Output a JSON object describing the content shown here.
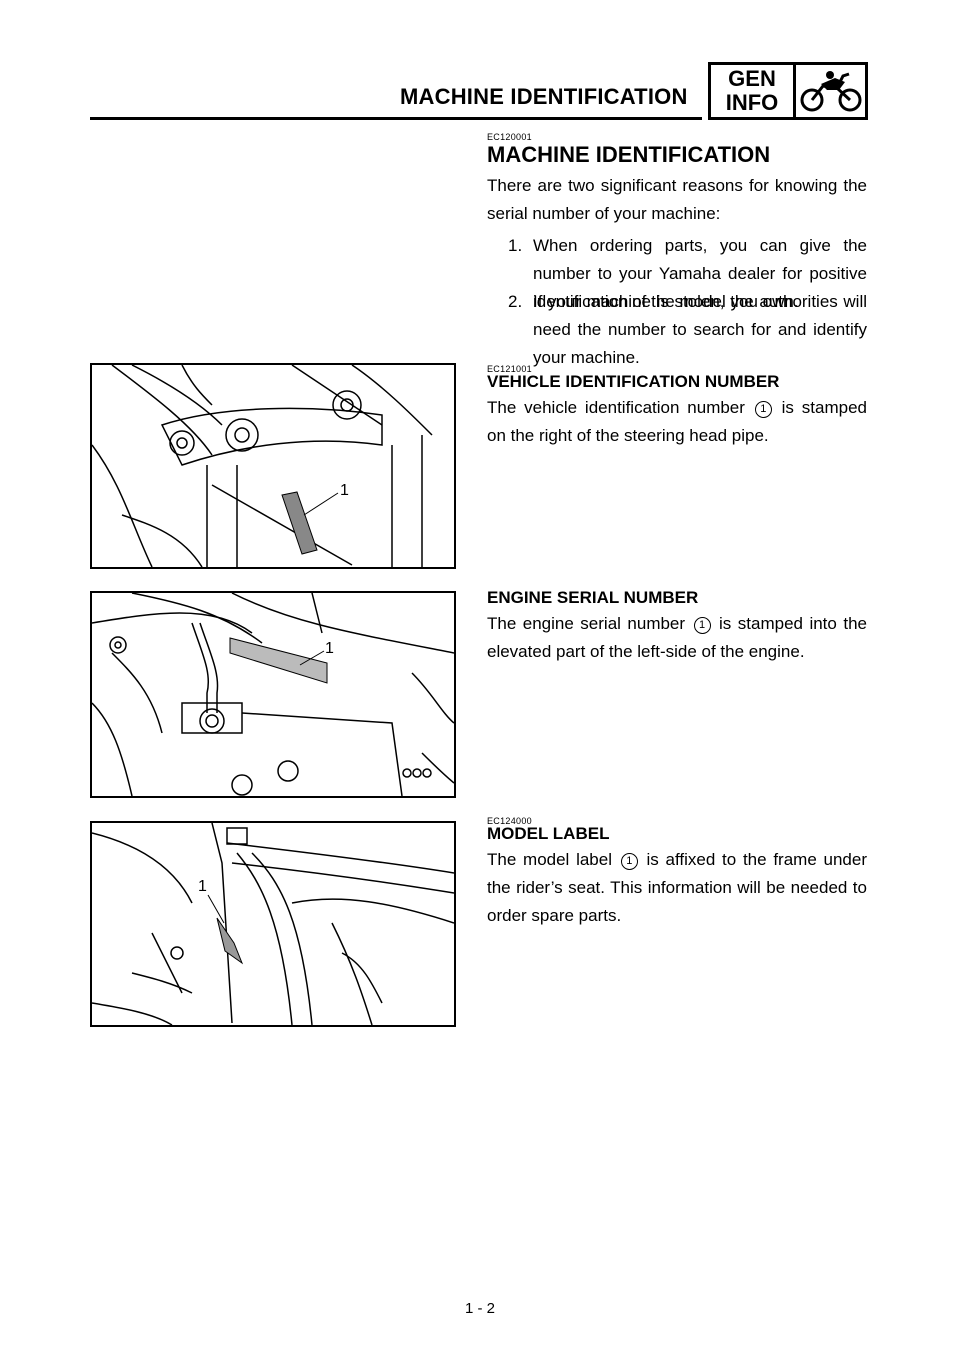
{
  "header": {
    "title": "MACHINE IDENTIFICATION",
    "badge_line1": "GEN",
    "badge_line2": "INFO",
    "badge_icon": "motorcycle-icon"
  },
  "sections": {
    "intro": {
      "code": "EC120001",
      "heading": "MACHINE IDENTIFICATION",
      "body": "There are two significant reasons for knowing the serial number of your machine:",
      "items": [
        {
          "num": "1.",
          "text": "When ordering parts, you can give the number to your Yamaha dealer for positive identification of the model you own."
        },
        {
          "num": "2.",
          "text": "If your machine is stolen, the authorities will need the number to search for and identify your machine."
        }
      ]
    },
    "vin": {
      "code": "EC121001",
      "heading": "VEHICLE IDENTIFICATION NUMBER",
      "body_before": "The vehicle identification number",
      "callout": "1",
      "body_after": "is stamped on the right of the steering head pipe."
    },
    "engine": {
      "heading": "ENGINE SERIAL NUMBER",
      "body_before": "The engine serial number",
      "callout": "1",
      "body_after": "is stamped into the elevated part of the left-side of the engine."
    },
    "model": {
      "code": "EC124000",
      "heading": "MODEL LABEL",
      "body_before": "The model label",
      "callout": "1",
      "body_after": "is affixed to the frame under the rider’s seat. This information will be needed to order spare parts."
    }
  },
  "figures": {
    "fig1_callout": "1",
    "fig2_callout": "1",
    "fig3_callout": "1"
  },
  "footer": {
    "page_number": "1 - 2"
  }
}
